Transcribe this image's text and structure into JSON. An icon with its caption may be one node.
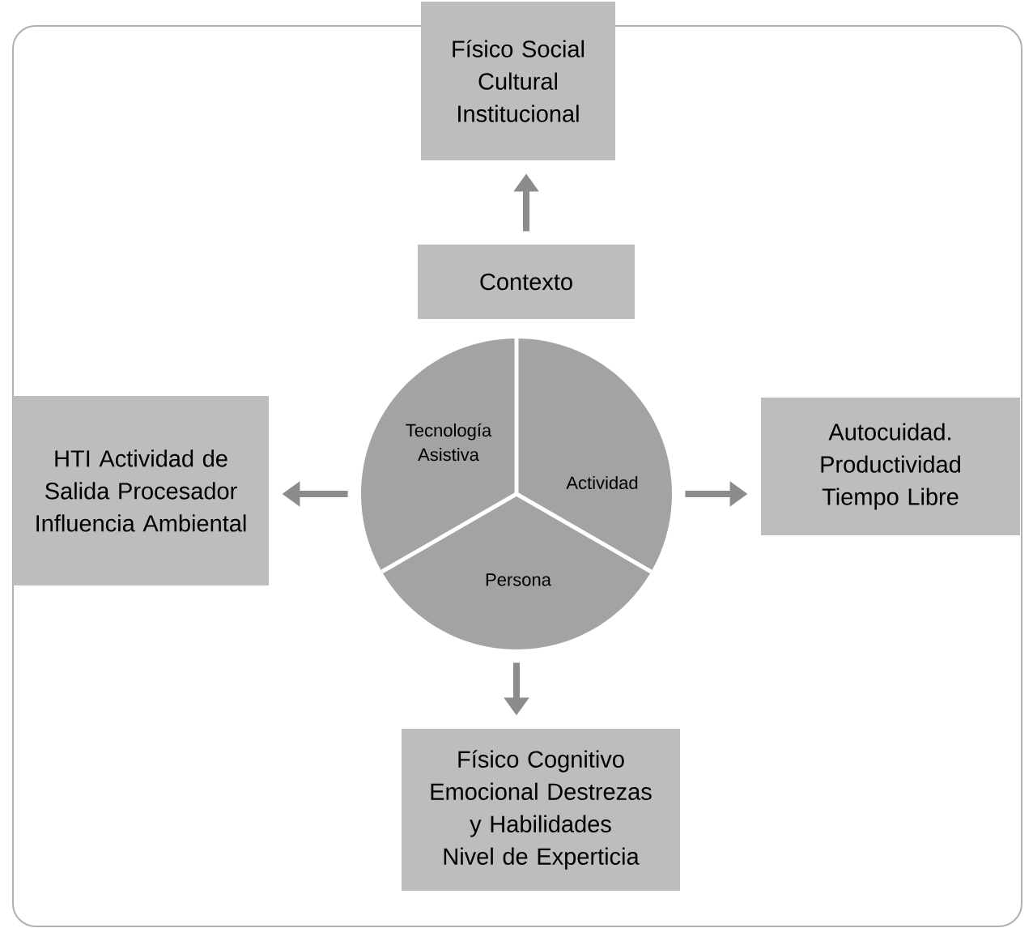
{
  "diagram": {
    "nodes": [
      {
        "text": [
          "Físico Social Cultural Institucional"
        ]
      },
      {
        "text": [
          "Contexto"
        ]
      },
      {
        "text": [
          "HTI Actividad de Salida Procesador Influencia Ambiental"
        ]
      },
      {
        "text": [],
        "shape": "circle"
      },
      {
        "text": [
          "Tecnología Asistiva"
        ],
        "in": 3
      },
      {
        "text": [
          "Actividad"
        ],
        "in": 3
      },
      {
        "text": [
          "Persona"
        ],
        "in": 3
      },
      {
        "text": [
          "Autocuidad. Productividad Tiempo Libre"
        ]
      },
      {
        "text": [
          "Físico Cognitivo Emocional Destrezas y Habilidades Nivel de Experticia"
        ]
      }
    ],
    "edges": [
      {
        "from": 1,
        "to": 0,
        "arrow": "to"
      },
      {
        "from": 3,
        "to": 2,
        "arrow": "to"
      },
      {
        "from": 3,
        "to": 7,
        "arrow": "to"
      },
      {
        "from": 3,
        "to": 8,
        "arrow": "to"
      }
    ]
  }
}
